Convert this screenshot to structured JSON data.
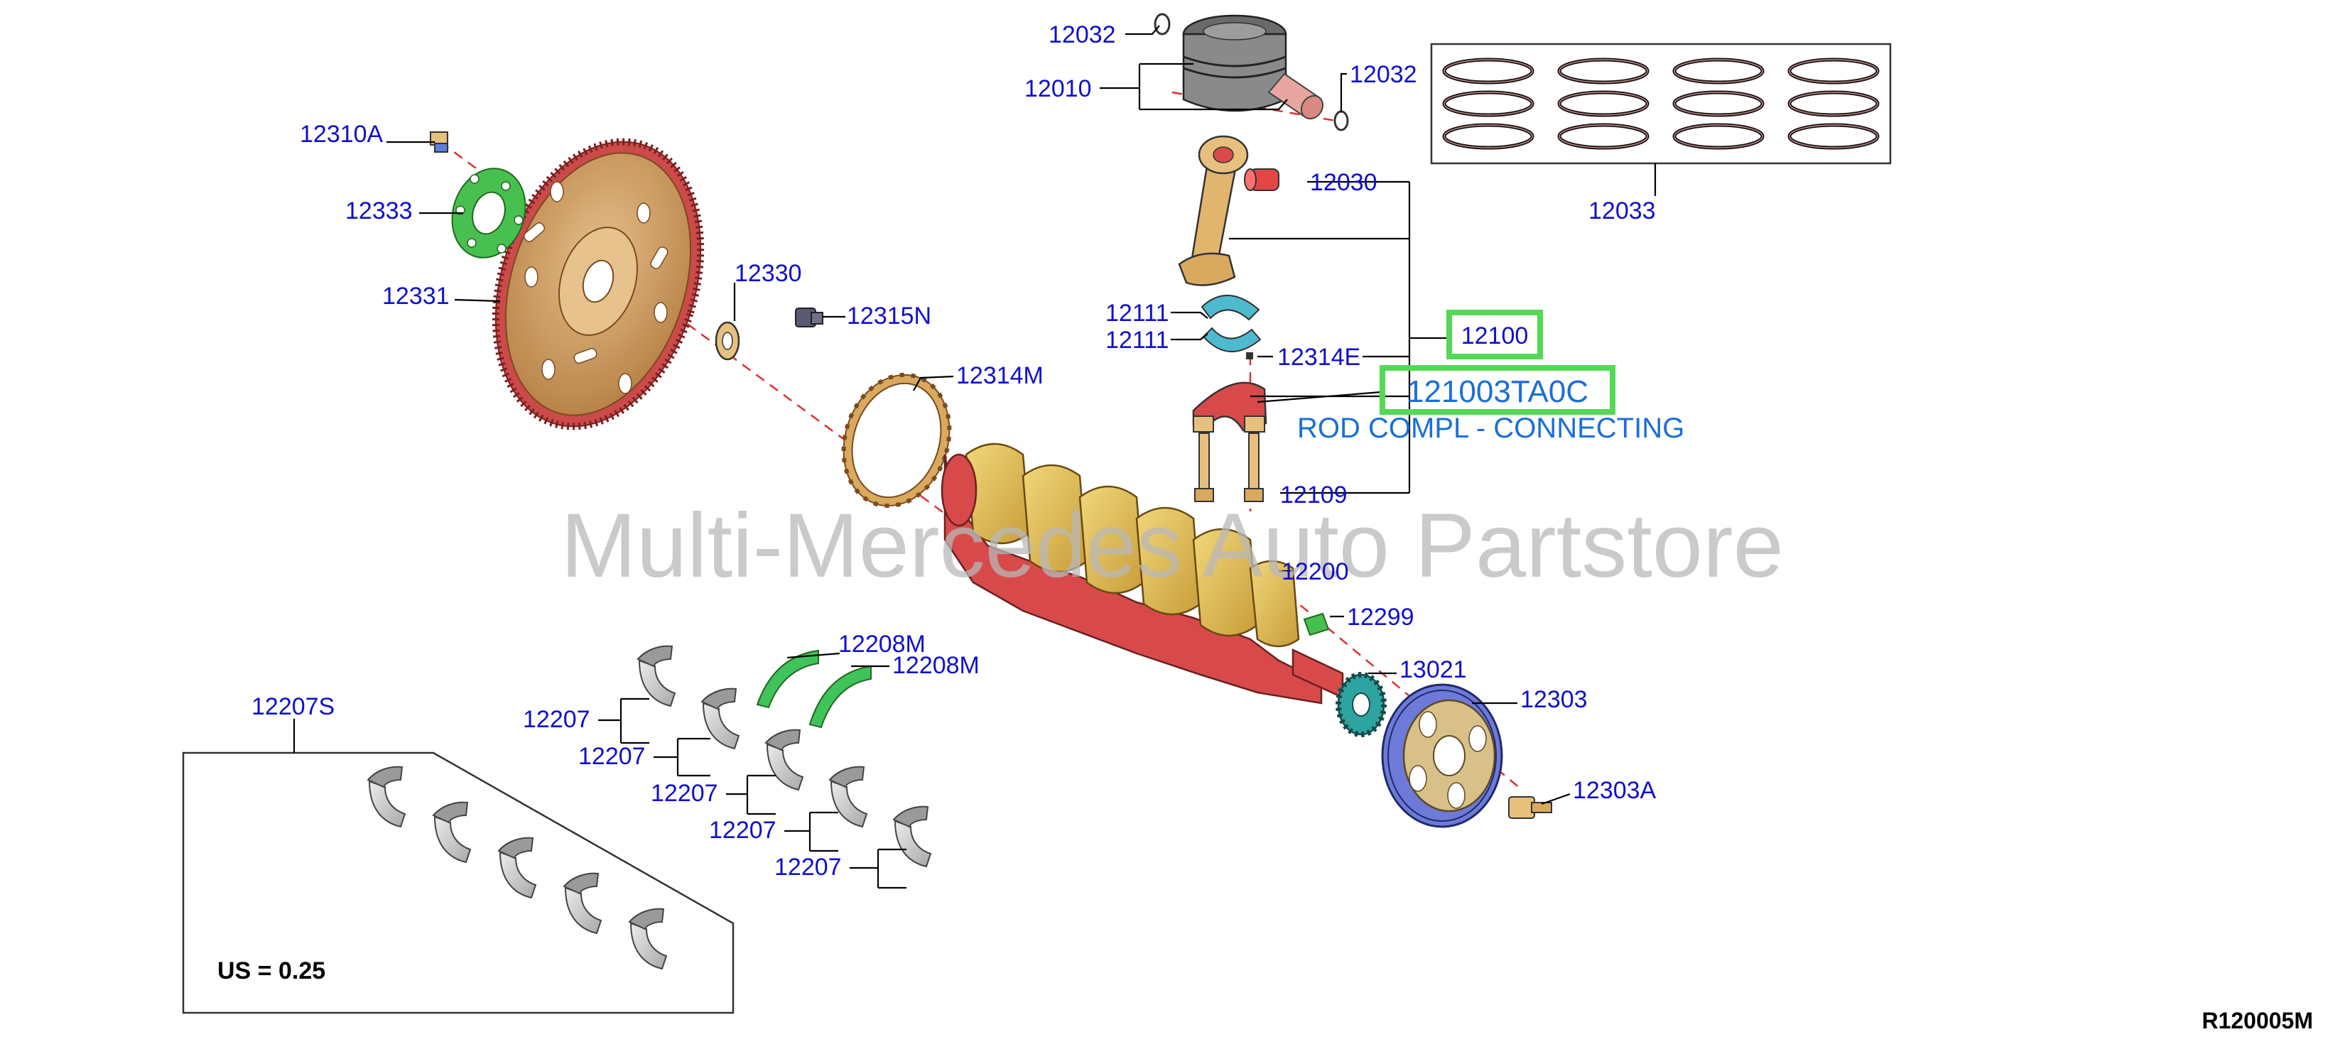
{
  "colors": {
    "callout": "#1010cc",
    "highlight_border": "#55d855",
    "highlight_text": "#1a6fd8",
    "watermark": "#b8b8b8",
    "part_bronze": "#c9985e",
    "part_red": "#d84a4a",
    "part_yellow": "#e8c85a",
    "part_blue": "#5a8ee0",
    "part_teal": "#48b6cc",
    "part_green": "#3fc35a",
    "part_grey": "#c8c8c8"
  },
  "callouts": [
    {
      "id": "c1",
      "label": "12032"
    },
    {
      "id": "c2",
      "label": "12010"
    },
    {
      "id": "c3",
      "label": "12032"
    },
    {
      "id": "c4",
      "label": "12033"
    },
    {
      "id": "c5",
      "label": "12310A"
    },
    {
      "id": "c6",
      "label": "12333"
    },
    {
      "id": "c7",
      "label": "12331"
    },
    {
      "id": "c8",
      "label": "12330"
    },
    {
      "id": "c9",
      "label": "12315N"
    },
    {
      "id": "c10",
      "label": "12314M"
    },
    {
      "id": "c11",
      "label": "12030"
    },
    {
      "id": "c12",
      "label": "12111"
    },
    {
      "id": "c13",
      "label": "12111"
    },
    {
      "id": "c14",
      "label": "12314E"
    },
    {
      "id": "c15",
      "label": "12109"
    },
    {
      "id": "c16",
      "label": "12200"
    },
    {
      "id": "c17",
      "label": "12299"
    },
    {
      "id": "c18",
      "label": "13021"
    },
    {
      "id": "c19",
      "label": "12303"
    },
    {
      "id": "c20",
      "label": "12303A"
    },
    {
      "id": "c21",
      "label": "12208M"
    },
    {
      "id": "c22",
      "label": "12208M"
    },
    {
      "id": "c23",
      "label": "12207S"
    },
    {
      "id": "c24",
      "label": "12207"
    },
    {
      "id": "c25",
      "label": "12207"
    },
    {
      "id": "c26",
      "label": "12207"
    },
    {
      "id": "c27",
      "label": "12207"
    },
    {
      "id": "c28",
      "label": "12207"
    }
  ],
  "highlight": {
    "ref": "12100",
    "part_number": "121003TA0C",
    "description": "ROD COMPL - CONNECTING"
  },
  "watermark": "Multi-Mercedes Auto Partstore",
  "bearing_set_note": "US = 0.25",
  "diagram_code": "R120005M"
}
